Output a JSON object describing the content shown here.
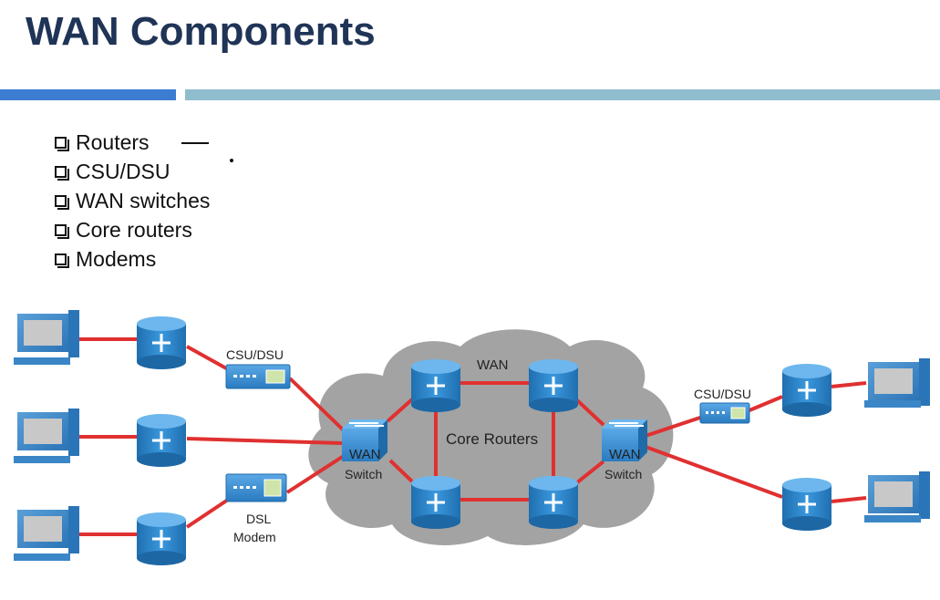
{
  "title": "WAN Components",
  "bullets": [
    "Routers",
    "CSU/DSU",
    "WAN switches",
    "Core routers",
    "Modems"
  ],
  "diagram": {
    "cloud_label_top": "WAN",
    "cloud_label_center": "Core Routers",
    "left_switch": {
      "line1": "WAN",
      "line2": "Switch"
    },
    "right_switch": {
      "line1": "WAN",
      "line2": "Switch"
    },
    "left_csu": "CSU/DSU",
    "right_csu": "CSU/DSU",
    "dsl_modem": {
      "line1": "DSL",
      "line2": "Modem"
    }
  },
  "colors": {
    "title": "#1f3456",
    "link": "#e03030",
    "cloud": "#9e9e9e",
    "device": "#2f84c8",
    "accent_bar": "#3d7cd3",
    "secondary_bar": "#8fbdce"
  }
}
